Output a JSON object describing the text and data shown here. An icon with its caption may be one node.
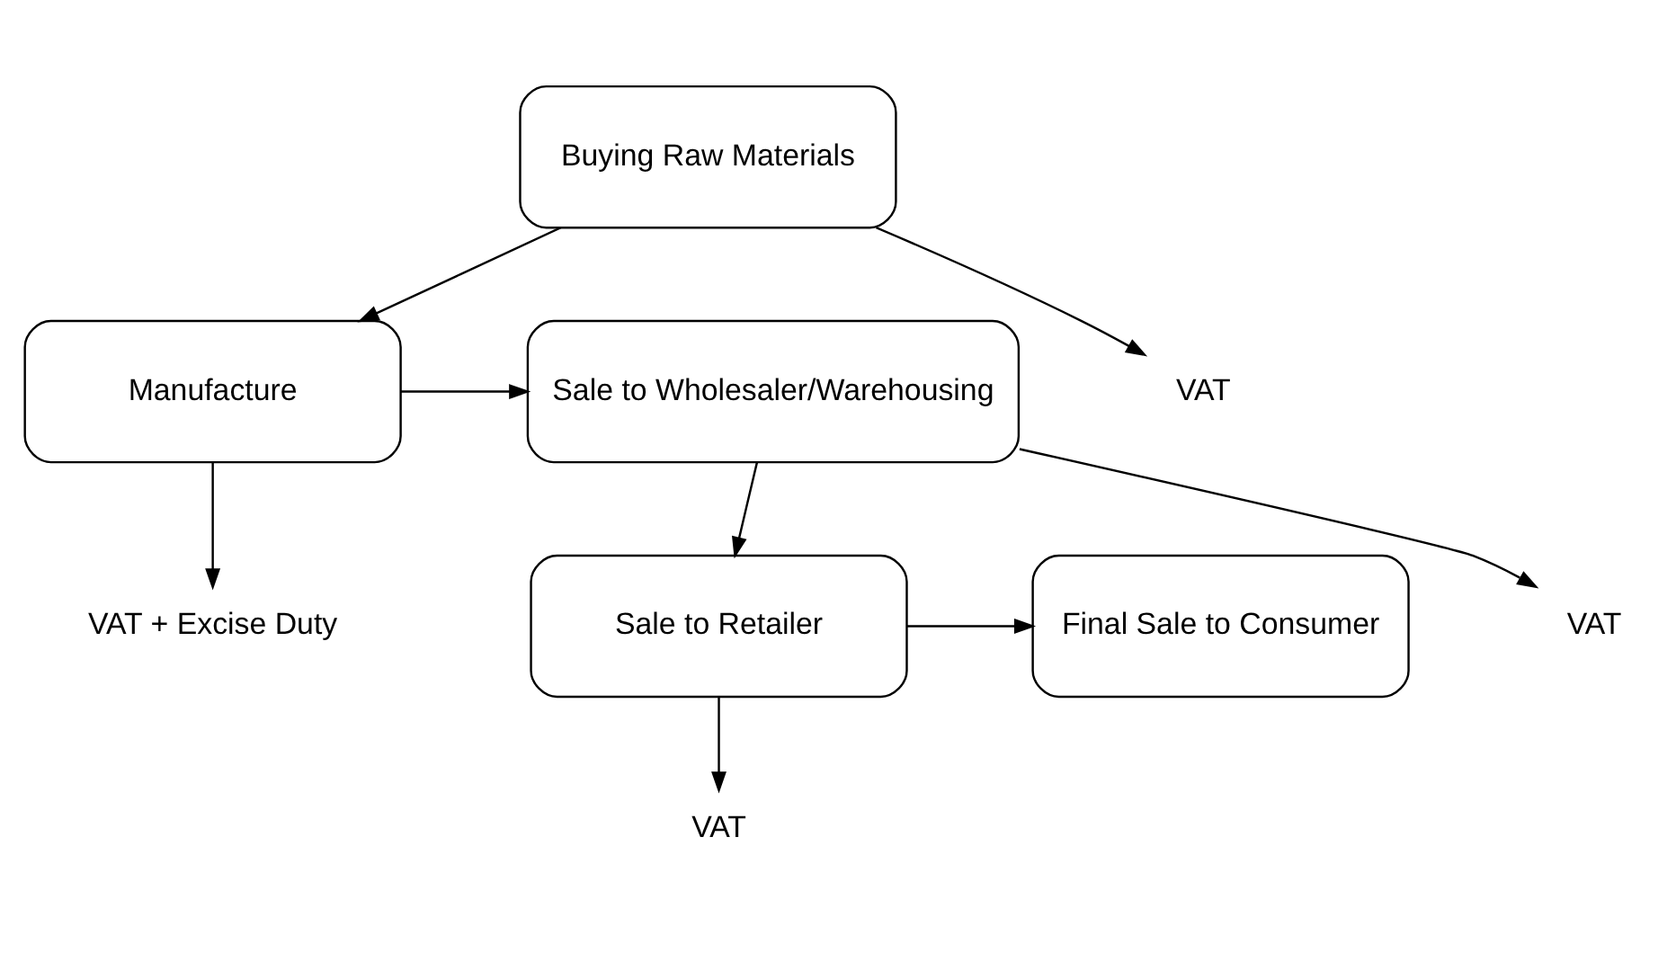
{
  "diagram": {
    "nodes": [
      {
        "text": [
          "Buying Raw Materials"
        ]
      },
      {
        "text": [
          "Manufacture"
        ]
      },
      {
        "text": [
          "Sale to Wholesaler/Warehousing"
        ]
      },
      {
        "text": [
          "Sale to Retailer"
        ]
      },
      {
        "text": [
          "Final Sale to Consumer"
        ]
      },
      {
        "text": [
          "VAT"
        ]
      },
      {
        "text": [
          "VAT + Excise Duty"
        ]
      },
      {
        "text": [
          "VAT"
        ]
      },
      {
        "text": [
          "VAT"
        ]
      }
    ],
    "edges": [
      {
        "from": 0,
        "to": 1,
        "arrow": "to"
      },
      {
        "from": 0,
        "to": 5,
        "arrow": "to"
      },
      {
        "from": 1,
        "to": 2,
        "arrow": "to"
      },
      {
        "from": 1,
        "to": 6,
        "arrow": "to"
      },
      {
        "from": 2,
        "to": 3,
        "arrow": "to"
      },
      {
        "from": 2,
        "to": 7,
        "arrow": "to"
      },
      {
        "from": 3,
        "to": 4,
        "arrow": "to"
      },
      {
        "from": 3,
        "to": 8,
        "arrow": "to"
      }
    ]
  }
}
